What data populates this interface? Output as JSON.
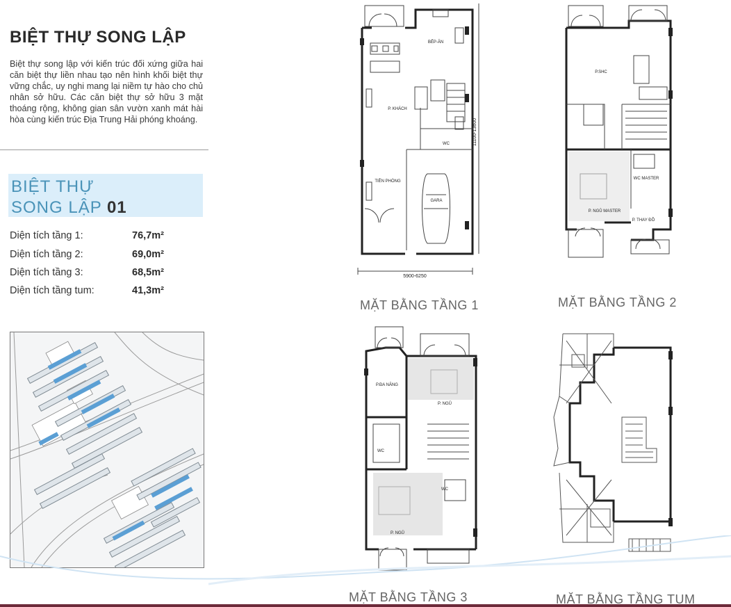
{
  "heading": "BIỆT THỰ SONG LẬP",
  "description": "Biệt thự song lập với kiến trúc đối xứng giữa hai căn biệt thự liền nhau tạo nên hình khối biệt thự vững chắc, uy nghi mang lại niềm tự hào cho chủ nhân sở hữu. Các căn biệt thự sở hữu 3 mặt thoáng rộng, không gian sân vườn xanh mát hài hòa cùng kiến trúc Địa Trung Hải phóng khoáng.",
  "model": {
    "line1": "BIỆT THỰ",
    "line2_prefix": "SONG LẬP ",
    "line2_number": "01"
  },
  "areas": [
    {
      "label": "Diện tích tầng 1:",
      "value": "76,7m²"
    },
    {
      "label": "Diện tích tầng 2:",
      "value": "69,0m²"
    },
    {
      "label": "Diện tích tầng 3:",
      "value": "68,5m²"
    },
    {
      "label": "Diện tích tầng tum:",
      "value": "41,3m²"
    }
  ],
  "floor1": {
    "caption": "MẶT BẰNG TẦNG 1",
    "rooms": {
      "kitchen": "BẾP-ĂN",
      "living": "P. KHÁCH",
      "wc": "WC",
      "entry": "TIỀN PHÒNG",
      "garage": "GARA"
    },
    "dim_width": "5900-6250",
    "dim_length": "11100-13600"
  },
  "floor2": {
    "caption": "MẶT BẰNG TẦNG 2",
    "rooms": {
      "family": "P.SHC",
      "master_bed": "P. NGỦ MASTER",
      "master_wc": "WC MASTER",
      "dressing": "P. THAY ĐỒ"
    }
  },
  "floor3": {
    "caption": "MẶT BẰNG TẦNG 3",
    "rooms": {
      "multi": "P.ĐA NĂNG",
      "bed1": "P. NGỦ",
      "wc1": "WC",
      "wc2": "WC",
      "bed2": "P. NGỦ"
    }
  },
  "floor_tum": {
    "caption": "MẶT BẰNG TẦNG TUM"
  },
  "colors": {
    "model_text": "#4a93b8",
    "model_bg": "#dbeefa",
    "plan_line": "#222222",
    "highlight_units": "#5b9fd4",
    "bottom_bar": "#6d2a3a"
  }
}
